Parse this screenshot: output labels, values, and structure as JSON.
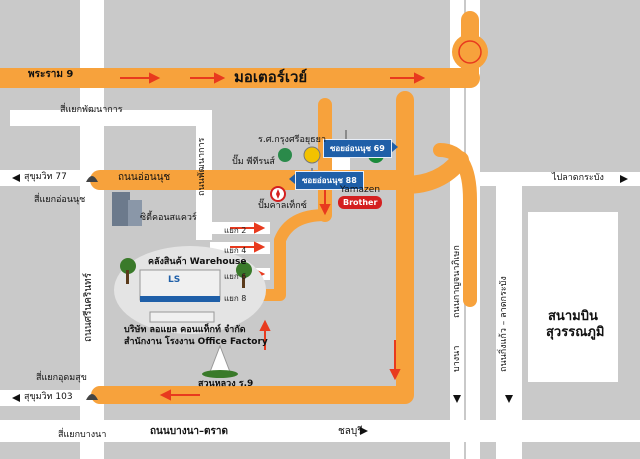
{
  "roads": {
    "rama9": "พระราม 9",
    "motorway": "มอเตอร์เวย์",
    "phatthanakan_junction": "สี่แยกพัฒนาการ",
    "phatthanakan_road": "ถนนพัฒนาการ",
    "sukhumvit77_top": "สุขุมวิท 77",
    "on_nut_road": "ถนนอ่อนนุช",
    "on_nut_junction": "สี่แยกอ่อนนุช",
    "srinakarin_road": "ถนนศรีนครินทร์",
    "udom_suk_junction": "สี่แยกอุดมสุข",
    "sukhumvit103": "สุขุมวิท 103",
    "bang_na_junction": "สี่แยกบางนา",
    "bang_na_trat_road": "ถนนบางนา–ตราด",
    "chonburi": "ชลบุรี",
    "to_lat_krabang": "ไปลาดกระบัง",
    "king_kaeo_road": "ถนนกิ่งแก้ว – ลาดกระบัง",
    "outer_ring_road": "ถนนกาญจนาภิเษก",
    "bang_na_vertical": "บางนา"
  },
  "soi_labels": [
    "แยก 2",
    "แยก 4",
    "แยก 6",
    "แยก 8"
  ],
  "signs": {
    "on_nut_69": "ซอยอ่อนนุช 69",
    "on_nut_88": "ซอยอ่อนนุช 88"
  },
  "landmarks": {
    "krung_sri_hospital": "ร.ศ.กรุงศรีอยุธยา",
    "pt_station": "ปั๊ม พีทีรนส์",
    "caltex_station": "ปั๊มคาลเท็กซ์",
    "yamazen": "Yamazen",
    "brother": "Brother",
    "city_condo": "ซิตี้คอนสแควร์",
    "warehouse": "คลังสินค้า Warehouse",
    "company_line1": "บริษัท ลอแยล คอนแท็กท์ จำกัด",
    "company_line2": "สำนักงาน โรงงาน Office Factory",
    "suan_luang": "สวนหลวง ร.9",
    "airport_line1": "สนามบิน",
    "airport_line2": "สุวรรณภูมิ",
    "logo_text": "LS"
  },
  "colors": {
    "background": "#c9c9c9",
    "minor_road": "#ffffff",
    "main_route": "#f7a23c",
    "route_arrow": "#e83a1e",
    "sign_blue": "#1f5fa8",
    "badge_red": "#d42020"
  }
}
